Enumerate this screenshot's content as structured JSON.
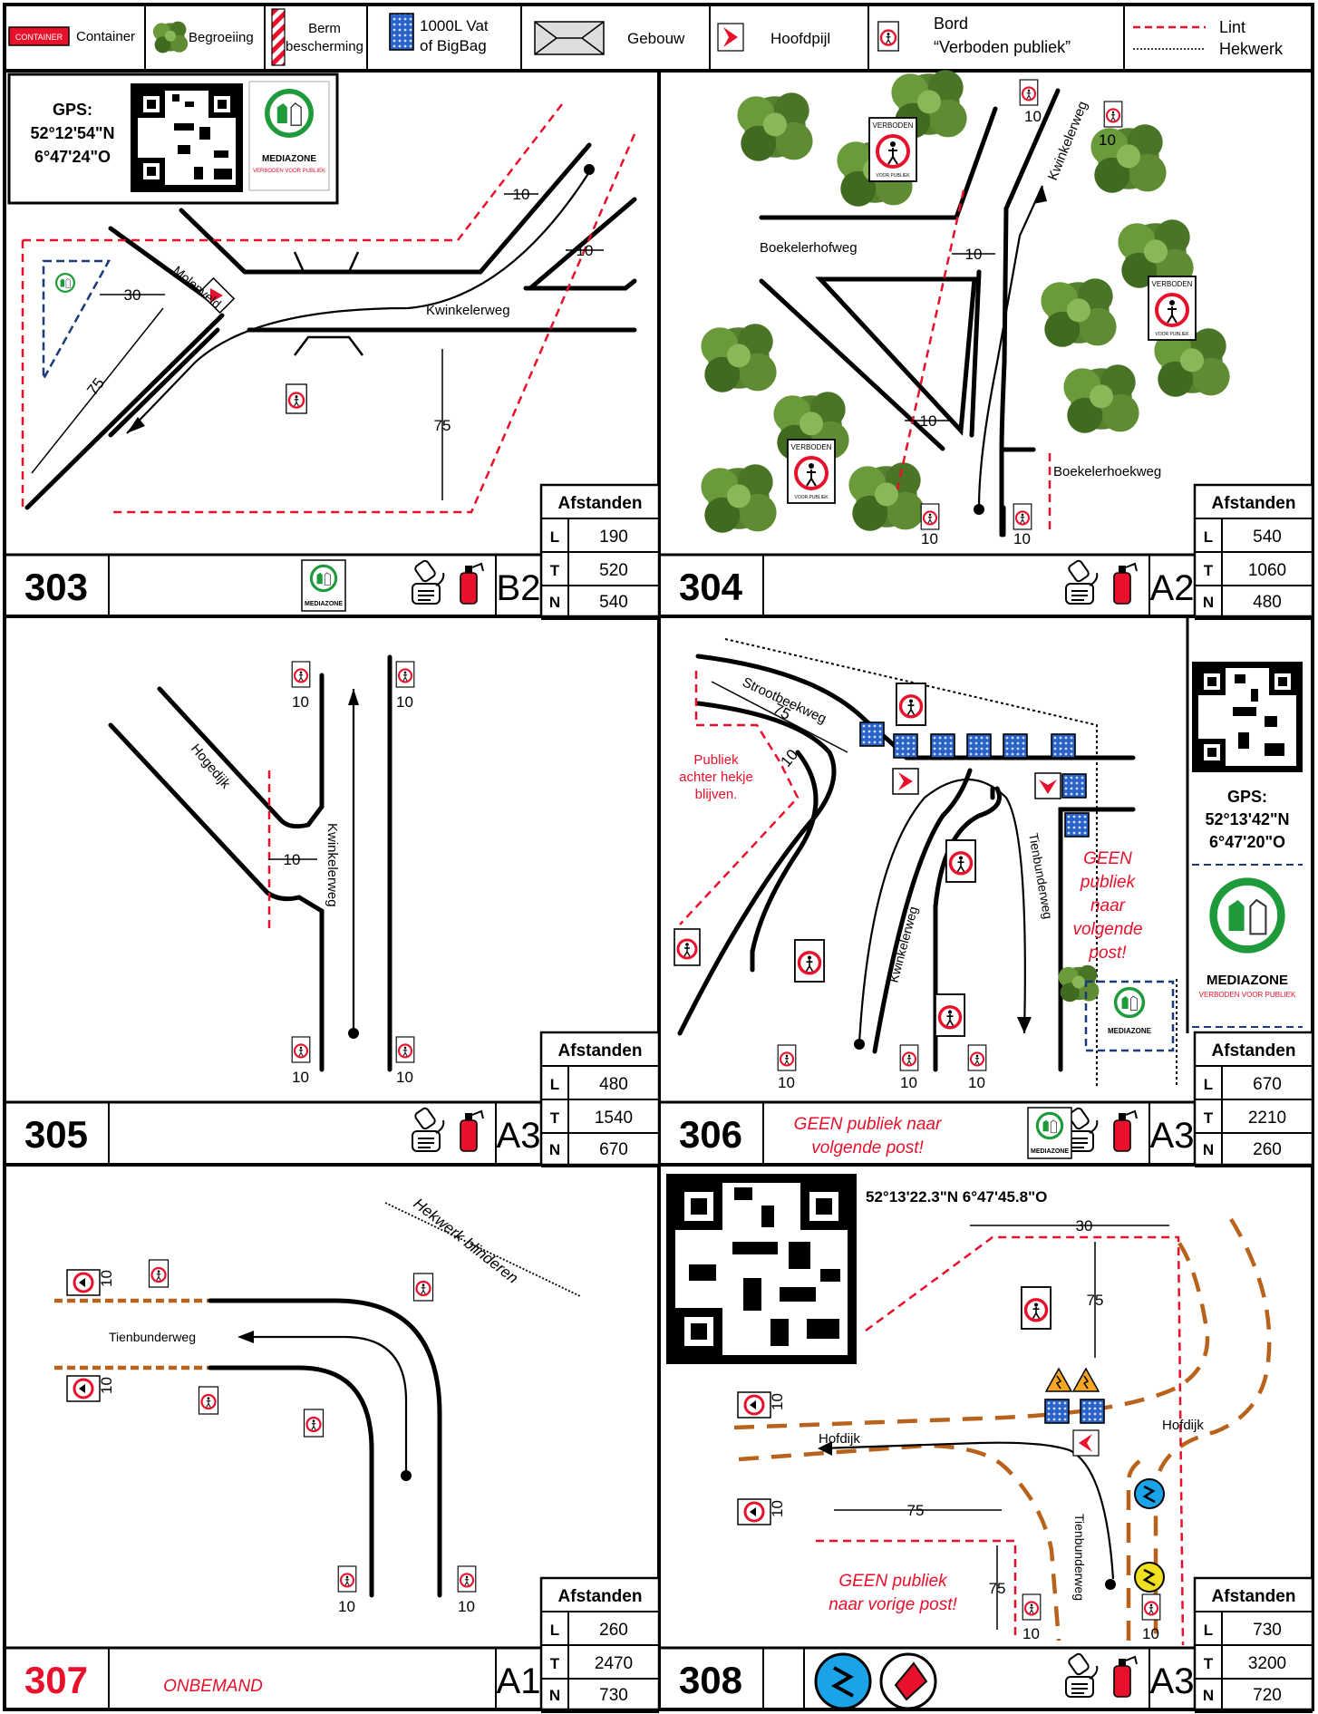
{
  "legend": {
    "container_badge": "CONTAINER",
    "container": "Container",
    "vegetation": "Begroeiing",
    "berm_line1": "Berm",
    "berm_line2": "bescherming",
    "vat_line1": "1000L Vat",
    "vat_line2": "of BigBag",
    "building": "Gebouw",
    "main_arrow": "Hoofdpijl",
    "sign_line1": "Bord",
    "sign_line2": "“Verboden publiek”",
    "tape": "Lint",
    "fence": "Hekwerk"
  },
  "common": {
    "distances_title": "Afstanden",
    "row_l": "L",
    "row_t": "T",
    "row_n": "N",
    "sign_top": "VERBODEN",
    "sign_bottom": "VOOR PUBLIEK",
    "mediazone": "MEDIAZONE",
    "mediazone_sub": "VERBODEN VOOR PUBLIEK",
    "ten": "10",
    "thirty": "30",
    "seventyfive": "75"
  },
  "posts": [
    {
      "number": "303",
      "grid": "B2",
      "l": "190",
      "t": "520",
      "n": "540",
      "gps_label": "GPS:",
      "gps_lat": "52°12'54\"N",
      "gps_lon": "6°47'24\"O",
      "road1": "Molenveld",
      "road2": "Kwinkelerweg"
    },
    {
      "number": "304",
      "grid": "A2",
      "l": "540",
      "t": "1060",
      "n": "480",
      "road1": "Boekelerhofweg",
      "road2": "Kwinkelerweg",
      "road3": "Boekelerhoekweg"
    },
    {
      "number": "305",
      "grid": "A3",
      "l": "480",
      "t": "1540",
      "n": "670",
      "road1": "Hogedijk",
      "road2": "Kwinkelerweg"
    },
    {
      "number": "306",
      "grid": "A3",
      "l": "670",
      "t": "2210",
      "n": "260",
      "note": "GEEN publiek naar volgende post!",
      "road1": "Strootbeekweg",
      "road2": "Kwinkelerweg",
      "road3": "Tienbunderweg",
      "red1": "Publiek",
      "red2": "achter hekje",
      "red3": "blijven.",
      "big1": "GEEN",
      "big2": "publiek",
      "big3": "naar",
      "big4": "volgende",
      "big5": "post!",
      "gps_label": "GPS:",
      "gps_lat": "52°13'42\"N",
      "gps_lon": "6°47'20\"O"
    },
    {
      "number": "307",
      "grid": "A1",
      "l": "260",
      "t": "2470",
      "n": "730",
      "note": "ONBEMAND",
      "road1": "Tienbunderweg",
      "fence_note": "Hekwerk blinderen"
    },
    {
      "number": "308",
      "grid": "A3",
      "l": "730",
      "t": "3200",
      "n": "720",
      "gps": "52°13'22.3\"N 6°47'45.8\"O",
      "road1": "Hofdijk",
      "road2": "Hofdijk",
      "road3": "Tienbunderweg",
      "red1": "GEEN publiek",
      "red2": "naar vorige post!"
    }
  ],
  "colors": {
    "red": "#e8102a",
    "tape": "#e8102a",
    "hazard": "#f5a623",
    "blue_round": "#1aa3e8",
    "yellow_round": "#f0e020",
    "green": "#1e9a3a",
    "vat": "#1a56b8",
    "tree": "#4f7a2a",
    "ribbon_dash": "#b8621b"
  }
}
